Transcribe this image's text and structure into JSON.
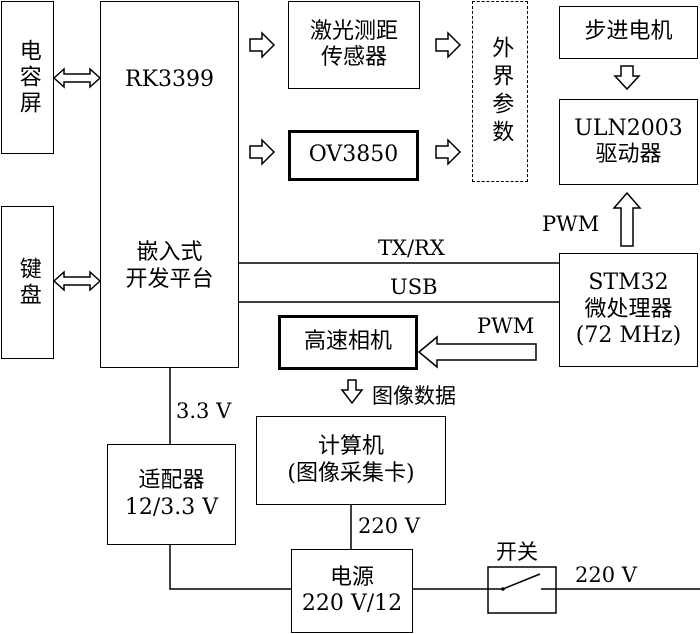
{
  "blocks": {
    "touchscreen": "电容屏",
    "keyboard": "键盘",
    "rk3399_name": "RK3399",
    "rk3399_desc_line1": "嵌入式",
    "rk3399_desc_line2": "开发平台",
    "laser_line1": "激光测距",
    "laser_line2": "传感器",
    "camera_ov": "OV3850",
    "external_params": "外界参数",
    "stepper_motor": "步进电机",
    "driver_line1": "ULN2003",
    "driver_line2": "驱动器",
    "stm32_line1": "STM32",
    "stm32_line2": "微处理器",
    "stm32_line3": "(72 MHz)",
    "hs_camera": "高速相机",
    "computer_line1": "计算机",
    "computer_line2": "(图像采集卡)",
    "adapter_line1": "适配器",
    "adapter_line2": "12/3.3 V",
    "power_line1": "电源",
    "power_line2": "220 V/12"
  },
  "labels": {
    "pwm_driver": "PWM",
    "txrx": "TX/RX",
    "usb": "USB",
    "pwm_camera": "PWM",
    "image_data": "图像数据",
    "v33": "3.3 V",
    "v220_computer": "220 V",
    "switch": "开关",
    "v220_mains": "220 V"
  }
}
